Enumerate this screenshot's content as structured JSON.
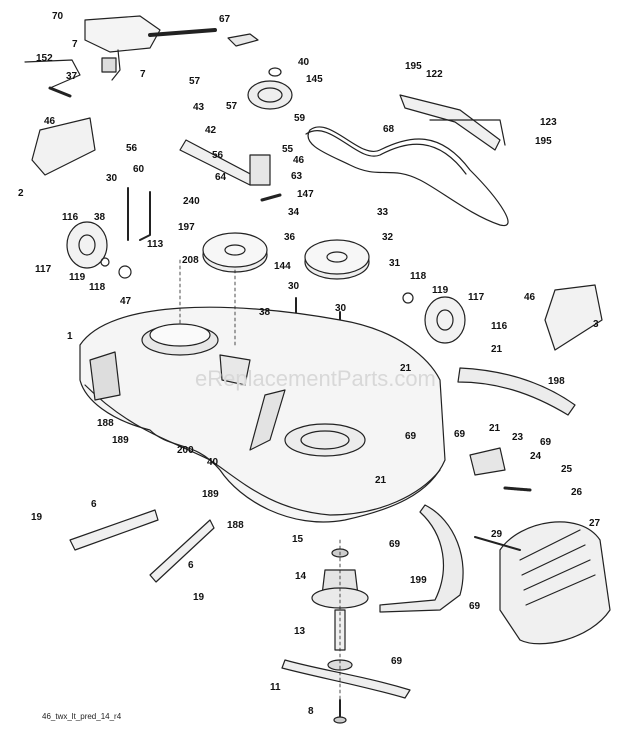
{
  "diagram": {
    "watermark": "eReplacementParts.com",
    "drawing_code": "46_twx_lt_pred_14_r4",
    "callouts": [
      "70",
      "67",
      "152",
      "7",
      "7",
      "37",
      "40",
      "145",
      "57",
      "57",
      "195",
      "122",
      "43",
      "42",
      "59",
      "68",
      "123",
      "195",
      "46",
      "56",
      "56",
      "55",
      "46",
      "60",
      "64",
      "63",
      "2",
      "30",
      "147",
      "240",
      "197",
      "34",
      "116",
      "38",
      "33",
      "32",
      "36",
      "113",
      "208",
      "144",
      "31",
      "117",
      "119",
      "118",
      "118",
      "119",
      "117",
      "46",
      "47",
      "30",
      "30",
      "38",
      "116",
      "3",
      "1",
      "21",
      "21",
      "198",
      "188",
      "189",
      "200",
      "40",
      "69",
      "69",
      "21",
      "23",
      "69",
      "24",
      "25",
      "21",
      "189",
      "188",
      "6",
      "19",
      "6",
      "19",
      "15",
      "29",
      "26",
      "27",
      "69",
      "14",
      "199",
      "69",
      "13",
      "69",
      "11",
      "8"
    ]
  }
}
